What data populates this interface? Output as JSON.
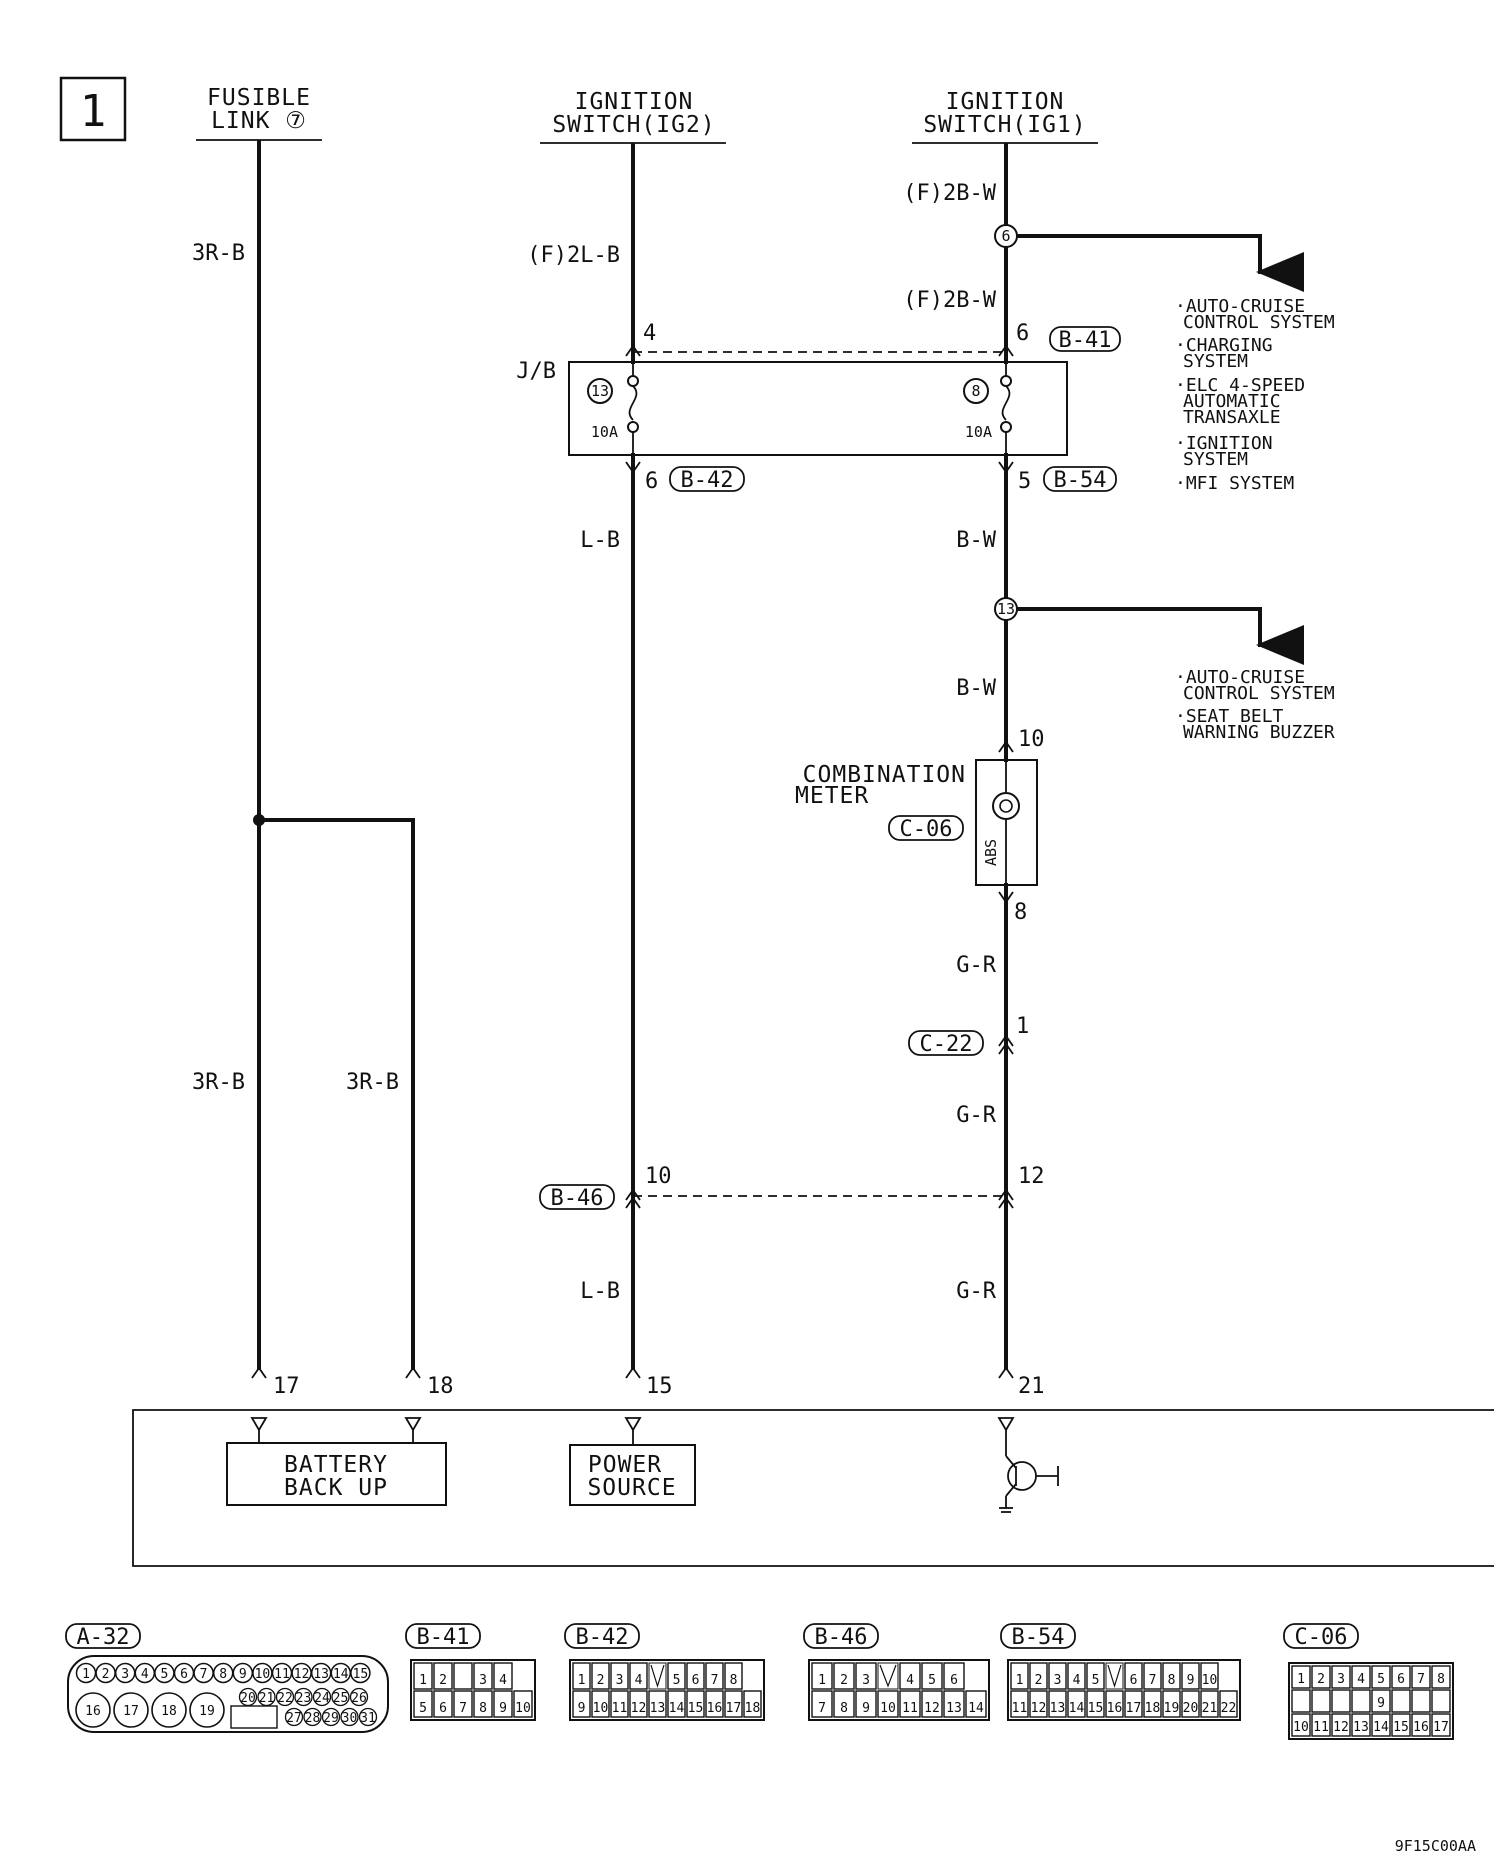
{
  "page_number": "1",
  "headers": {
    "fusible_line1": "FUSIBLE",
    "fusible_line2": "LINK ⑦",
    "ig2_line1": "IGNITION",
    "ig2_line2": "SWITCH(IG2)",
    "ig1_line1": "IGNITION",
    "ig1_line2": "SWITCH(IG1)"
  },
  "wire_labels": {
    "fusible_top": "3R-B",
    "fusible_bottom": "3R-B",
    "branch_bottom": "3R-B",
    "ig2_top": "(F)2L-B",
    "ig2_mid": "L-B",
    "ig2_bottom": "L-B",
    "ig1_top": "(F)2B-W",
    "ig1_second": "(F)2B-W",
    "ig1_mid": "B-W",
    "ig1_after_splice": "B-W",
    "ig1_after_meter": "G-R",
    "ig1_after_c22": "G-R",
    "ig1_bottom": "G-R"
  },
  "pins": {
    "jb_in_left": "4",
    "jb_in_right": "6",
    "jb_out_left": "6",
    "jb_out_right": "5",
    "meter_in": "10",
    "meter_out": "8",
    "c22_pin": "1",
    "b46_left": "10",
    "b46_right": "12",
    "ecu_17": "17",
    "ecu_18": "18",
    "ecu_15": "15",
    "ecu_21": "21"
  },
  "connectors": {
    "b41": "B-41",
    "b42": "B-42",
    "b54": "B-54",
    "c06": "C-06",
    "c22": "C-22",
    "b46": "B-46"
  },
  "junction_block": {
    "label": "J/B",
    "fuse_left_no": "13",
    "fuse_right_no": "8",
    "fuse_left_rating": "10A",
    "fuse_right_rating": "10A"
  },
  "splices": {
    "upper": "6",
    "lower": "13"
  },
  "branch_systems_upper": [
    [
      "·AUTO-CRUISE",
      "CONTROL SYSTEM"
    ],
    [
      "·CHARGING",
      "SYSTEM"
    ],
    [
      "·ELC 4-SPEED",
      "AUTOMATIC",
      "TRANSAXLE"
    ],
    [
      "·IGNITION",
      "SYSTEM"
    ],
    [
      "·MFI SYSTEM"
    ]
  ],
  "branch_systems_lower": [
    [
      "·AUTO-CRUISE",
      "CONTROL SYSTEM"
    ],
    [
      "·SEAT BELT",
      "WARNING BUZZER"
    ]
  ],
  "meter": {
    "line1": "COMBINATION",
    "line2": "METER",
    "lamp_text": "ABS"
  },
  "ecu_blocks": {
    "battery_line1": "BATTERY",
    "battery_line2": "BACK UP",
    "power_line1": "POWER",
    "power_line2": "SOURCE"
  },
  "connector_views": [
    {
      "id": "A-32",
      "rows": [
        [
          "1",
          "2",
          "3",
          "4",
          "5",
          "6",
          "7",
          "8",
          "9",
          "10",
          "11",
          "12",
          "13",
          "14",
          "15"
        ],
        [
          "16",
          "17",
          "18",
          "19",
          "",
          "20",
          "21",
          "22",
          "23",
          "24",
          "25",
          "26"
        ],
        [
          "",
          "",
          "",
          "",
          "",
          "27",
          "28",
          "29",
          "30",
          "31"
        ]
      ]
    },
    {
      "id": "B-41",
      "rows": [
        [
          "1",
          "2",
          "",
          "3",
          "4"
        ],
        [
          "5",
          "6",
          "7",
          "8",
          "9",
          "10"
        ]
      ]
    },
    {
      "id": "B-42",
      "rows": [
        [
          "1",
          "2",
          "3",
          "4",
          "",
          "5",
          "6",
          "7",
          "8"
        ],
        [
          "9",
          "10",
          "11",
          "12",
          "13",
          "14",
          "15",
          "16",
          "17",
          "18"
        ]
      ]
    },
    {
      "id": "B-46",
      "rows": [
        [
          "1",
          "2",
          "3",
          "",
          "4",
          "5",
          "6"
        ],
        [
          "7",
          "8",
          "9",
          "10",
          "11",
          "12",
          "13",
          "14"
        ]
      ]
    },
    {
      "id": "B-54",
      "rows": [
        [
          "1",
          "2",
          "3",
          "4",
          "5",
          "",
          "6",
          "7",
          "8",
          "9",
          "10"
        ],
        [
          "11",
          "12",
          "13",
          "14",
          "15",
          "16",
          "17",
          "18",
          "19",
          "20",
          "21",
          "22"
        ]
      ]
    },
    {
      "id": "C-06",
      "rows": [
        [
          "1",
          "2",
          "3",
          "4",
          "5",
          "6",
          "7",
          "8"
        ],
        [
          "",
          "",
          "",
          "",
          "9",
          "",
          "",
          ""
        ],
        [
          "10",
          "11",
          "12",
          "13",
          "14",
          "15",
          "16",
          "17"
        ]
      ]
    }
  ],
  "figure_code": "9F15C00AA"
}
